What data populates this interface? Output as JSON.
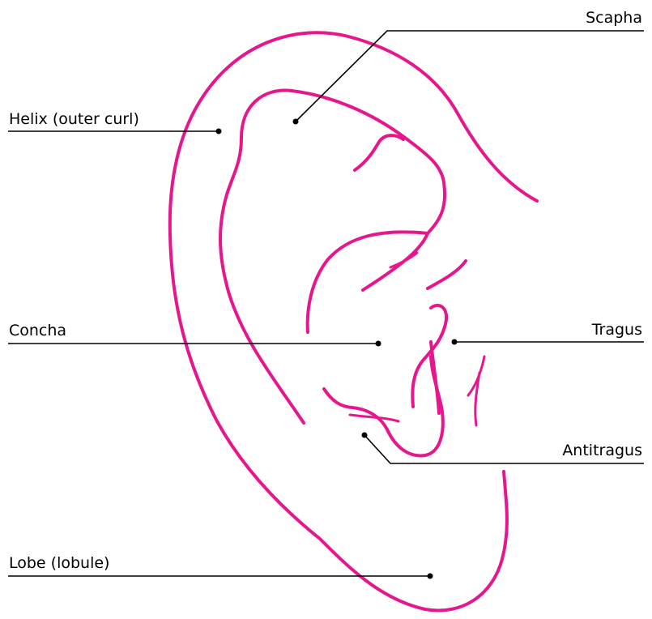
{
  "colors": {
    "ear_outline": "#e6168c",
    "leader": "#000000",
    "label_text": "#000000",
    "background": "#ffffff"
  },
  "labels": {
    "scapha": "Scapha",
    "helix": "Helix (outer curl)",
    "concha": "Concha",
    "tragus": "Tragus",
    "antitragus": "Antitragus",
    "lobe": "Lobe (lobule)"
  }
}
